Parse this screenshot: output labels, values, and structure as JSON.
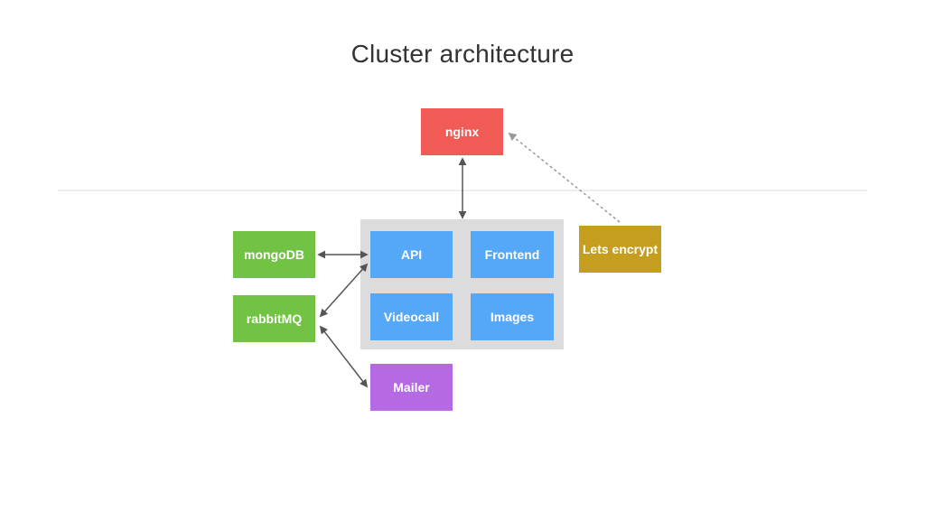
{
  "title": "Cluster architecture",
  "nodes": {
    "nginx": "nginx",
    "api": "API",
    "frontend": "Frontend",
    "videocall": "Videocall",
    "images": "Images",
    "mongodb": "mongoDB",
    "rabbitmq": "rabbitMQ",
    "mailer": "Mailer",
    "letsencrypt": "Lets encrypt"
  },
  "colors": {
    "service": "#55a7f8",
    "datastore": "#72c244",
    "proxy": "#f05c55",
    "mailer": "#b56ae3",
    "certs": "#c59d1f",
    "group_bg": "#dcdcdc",
    "arrow": "#555555",
    "dashed_arrow": "#999999"
  }
}
